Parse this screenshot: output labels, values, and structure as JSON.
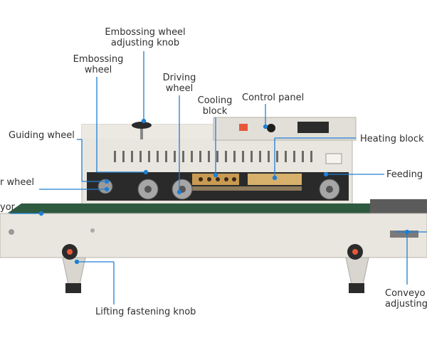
{
  "labels": {
    "embossing_adjusting_knob": [
      "Embossing wheel",
      "adjusting knob"
    ],
    "embossing_wheel": [
      "Embossing",
      "wheel"
    ],
    "driving_wheel": [
      "Driving",
      "wheel"
    ],
    "cooling_block": [
      "Cooling",
      "block"
    ],
    "control_panel": "Control panel",
    "guiding_wheel": "Guiding wheel",
    "heating_block": "Heating block",
    "roller_wheel": "r wheel",
    "feeding": "Feeding",
    "conveyor": "yor",
    "lifting_knob": "Lifting fastening knob",
    "conveyor_adjusting": [
      "Conveyo",
      "adjusting"
    ]
  },
  "colors": {
    "leader_line": "#1d7fd6",
    "machine_body": "#e9e6df",
    "belt": "#2e5a40",
    "knob_accent": "#e8573a"
  }
}
